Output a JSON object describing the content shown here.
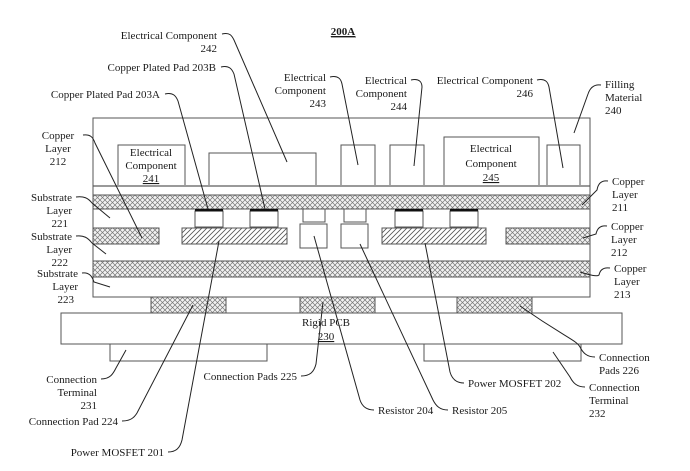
{
  "figure_id": "200A",
  "structure": {
    "filling_material": {
      "label": "Filling Material",
      "ref": "240"
    },
    "copper_layers": [
      {
        "label": "Copper Layer",
        "ref": "211",
        "pattern": "crosshatch"
      },
      {
        "label": "Copper Layer",
        "ref": "212",
        "pattern": "crosshatch"
      },
      {
        "label": "Copper Layer",
        "ref": "213",
        "pattern": "crosshatch"
      }
    ],
    "substrate_layers": [
      {
        "label": "Substrate Layer",
        "ref": "221"
      },
      {
        "label": "Substrate Layer",
        "ref": "222"
      },
      {
        "label": "Substrate Layer",
        "ref": "223"
      }
    ],
    "rigid_pcb": {
      "label": "Rigid PCB",
      "ref": "230"
    },
    "connection_terminals": [
      {
        "label": "Connection Terminal",
        "ref": "231"
      },
      {
        "label": "Connection Terminal",
        "ref": "232"
      }
    ],
    "connection_pads": [
      {
        "label": "Connection Pad",
        "ref": "224"
      },
      {
        "label": "Connection Pads",
        "ref": "225"
      },
      {
        "label": "Connection Pads",
        "ref": "226"
      }
    ],
    "electrical_components": [
      {
        "label": "Electrical Component",
        "ref": "241",
        "inline": true
      },
      {
        "label": "Electrical Component",
        "ref": "242"
      },
      {
        "label": "Electrical Component",
        "ref": "243"
      },
      {
        "label": "Electrical Component",
        "ref": "244"
      },
      {
        "label": "Electrical Component",
        "ref": "245",
        "inline": true
      },
      {
        "label": "Electrical Component",
        "ref": "246"
      }
    ],
    "embedded": [
      {
        "label": "Power MOSFET",
        "ref": "201",
        "pattern": "diagonal-hatch"
      },
      {
        "label": "Power MOSFET",
        "ref": "202",
        "pattern": "diagonal-hatch"
      },
      {
        "label": "Copper Plated Pad",
        "ref": "203A"
      },
      {
        "label": "Copper Plated Pad",
        "ref": "203B"
      },
      {
        "label": "Resistor",
        "ref": "204"
      },
      {
        "label": "Resistor",
        "ref": "205"
      }
    ]
  },
  "labels": {
    "title": "200A",
    "ec241_l1": "Electrical",
    "ec241_l2": "Component",
    "ec241_ref": "241",
    "ec245_l1": "Electrical",
    "ec245_l2": "Component",
    "ec245_ref": "245",
    "ec242_l1": "Electrical Component",
    "ec242_l2": "242",
    "cpp203b": "Copper Plated Pad 203B",
    "cpp203a": "Copper Plated Pad 203A",
    "ec243_l1": "Electrical",
    "ec243_l2": "Component",
    "ec243_l3": "243",
    "ec244_l1": "Electrical",
    "ec244_l2": "Component",
    "ec244_l3": "244",
    "ec246_l1": "Electrical Component",
    "ec246_l2": "246",
    "fill_l1": "Filling",
    "fill_l2": "Material",
    "fill_l3": "240",
    "cu212L_l1": "Copper",
    "cu212L_l2": "Layer",
    "cu212L_l3": "212",
    "sub221_l1": "Substrate",
    "sub221_l2": "Layer",
    "sub221_l3": "221",
    "sub222_l1": "Substrate",
    "sub222_l2": "Layer",
    "sub222_l3": "222",
    "sub223_l1": "Substrate",
    "sub223_l2": "Layer",
    "sub223_l3": "223",
    "cu211_l1": "Copper",
    "cu211_l2": "Layer",
    "cu211_l3": "211",
    "cu212R_l1": "Copper",
    "cu212R_l2": "Layer",
    "cu212R_l3": "212",
    "cu213_l1": "Copper",
    "cu213_l2": "Layer",
    "cu213_l3": "213",
    "pcb_l1": "Rigid PCB",
    "pcb_ref": "230",
    "ct231_l1": "Connection",
    "ct231_l2": "Terminal",
    "ct231_l3": "231",
    "cp224": "Connection Pad 224",
    "cp225": "Connection Pads 225",
    "pm201": "Power MOSFET 201",
    "r204": "Resistor 204",
    "r205": "Resistor 205",
    "pm202": "Power MOSFET 202",
    "cp226_l1": "Connection",
    "cp226_l2": "Pads 226",
    "ct232_l1": "Connection",
    "ct232_l2": "Terminal",
    "ct232_l3": "232"
  }
}
